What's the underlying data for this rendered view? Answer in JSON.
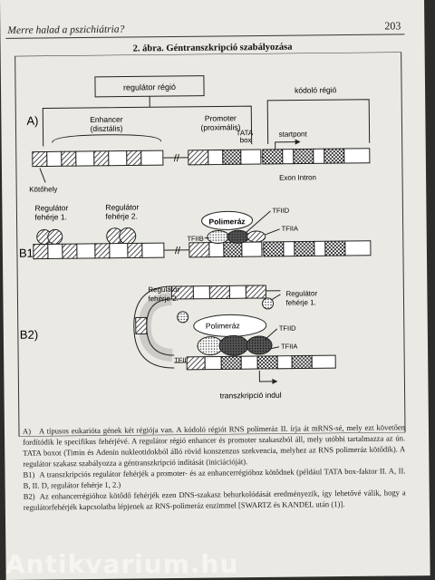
{
  "header": {
    "running_title": "Merre halad a pszichiátria?",
    "page_number": "203"
  },
  "figure": {
    "caption": "2. ábra. Géntranszkripció szabályozása",
    "panel_a": {
      "label": "A)",
      "regulator_region": "regulátor régió",
      "coding_region": "kódoló régió",
      "enhancer": "Enhancer (disztális)",
      "promoter": "Promoter (proximális)",
      "tata": "TATA box",
      "startpoint": "startpont",
      "binding_site": "Kötőhely",
      "exon_intron": "Exon Intron"
    },
    "panel_b1": {
      "label": "B1)",
      "reg_protein1": "Regulátor fehérje 1.",
      "reg_protein2": "Regulátor fehérje 2.",
      "polymerase": "Polimeráz",
      "tfiid": "TFIID",
      "tfiia": "TFIIA",
      "tfiib": "TFIIB"
    },
    "panel_b2": {
      "label": "B2)",
      "reg_protein2": "Regulátor fehérje 2.",
      "reg_protein1": "Regulátor fehérje 1.",
      "polymerase": "Polimeráz",
      "tfiid": "TFIID",
      "tfiia": "TFIIA",
      "tfiib": "TFIIB",
      "transcription_start": "transzkripció indul"
    }
  },
  "legend": {
    "paragraphs": [
      {
        "label": "A)",
        "text": "A típusos eukarióta gének két régiója van. A kódoló régiót RNS polimeráz II. írja át mRNS-sé, mely ezt követően fordítódik le specifikus fehérjévé. A regulátor régió enhancer és promoter szakaszból áll, mely utóbbi tartalmazza az ún. TATA boxot (Timin és Adenin nukleotidokból álló rövid konszenzus szekvencia, melyhez az RNS polimeráz kötődik). A regulátor szakasz szabályozza a géntranszkripció indítását (iniciációját)."
      },
      {
        "label": "B1)",
        "text": "A transzkripciós regulátor fehérjék a promoter- és az enhancerrégióhoz kötődnek (például TATA box-faktor II. A, II. B, II. D, regulátor fehérje 1, 2.)"
      },
      {
        "label": "B2)",
        "text": "Az enhancerrégióhoz kötődő fehérjék ezen DNS-szakasz behurkolódását eredményezik, így lehetővé válik, hogy a regulátorfehérjék kapcsolatba lépjenek az RNS-polimeráz enzimmel [SWARTZ és KANDEL után (1)]."
      }
    ]
  },
  "watermark": "Antikvarium.hu"
}
